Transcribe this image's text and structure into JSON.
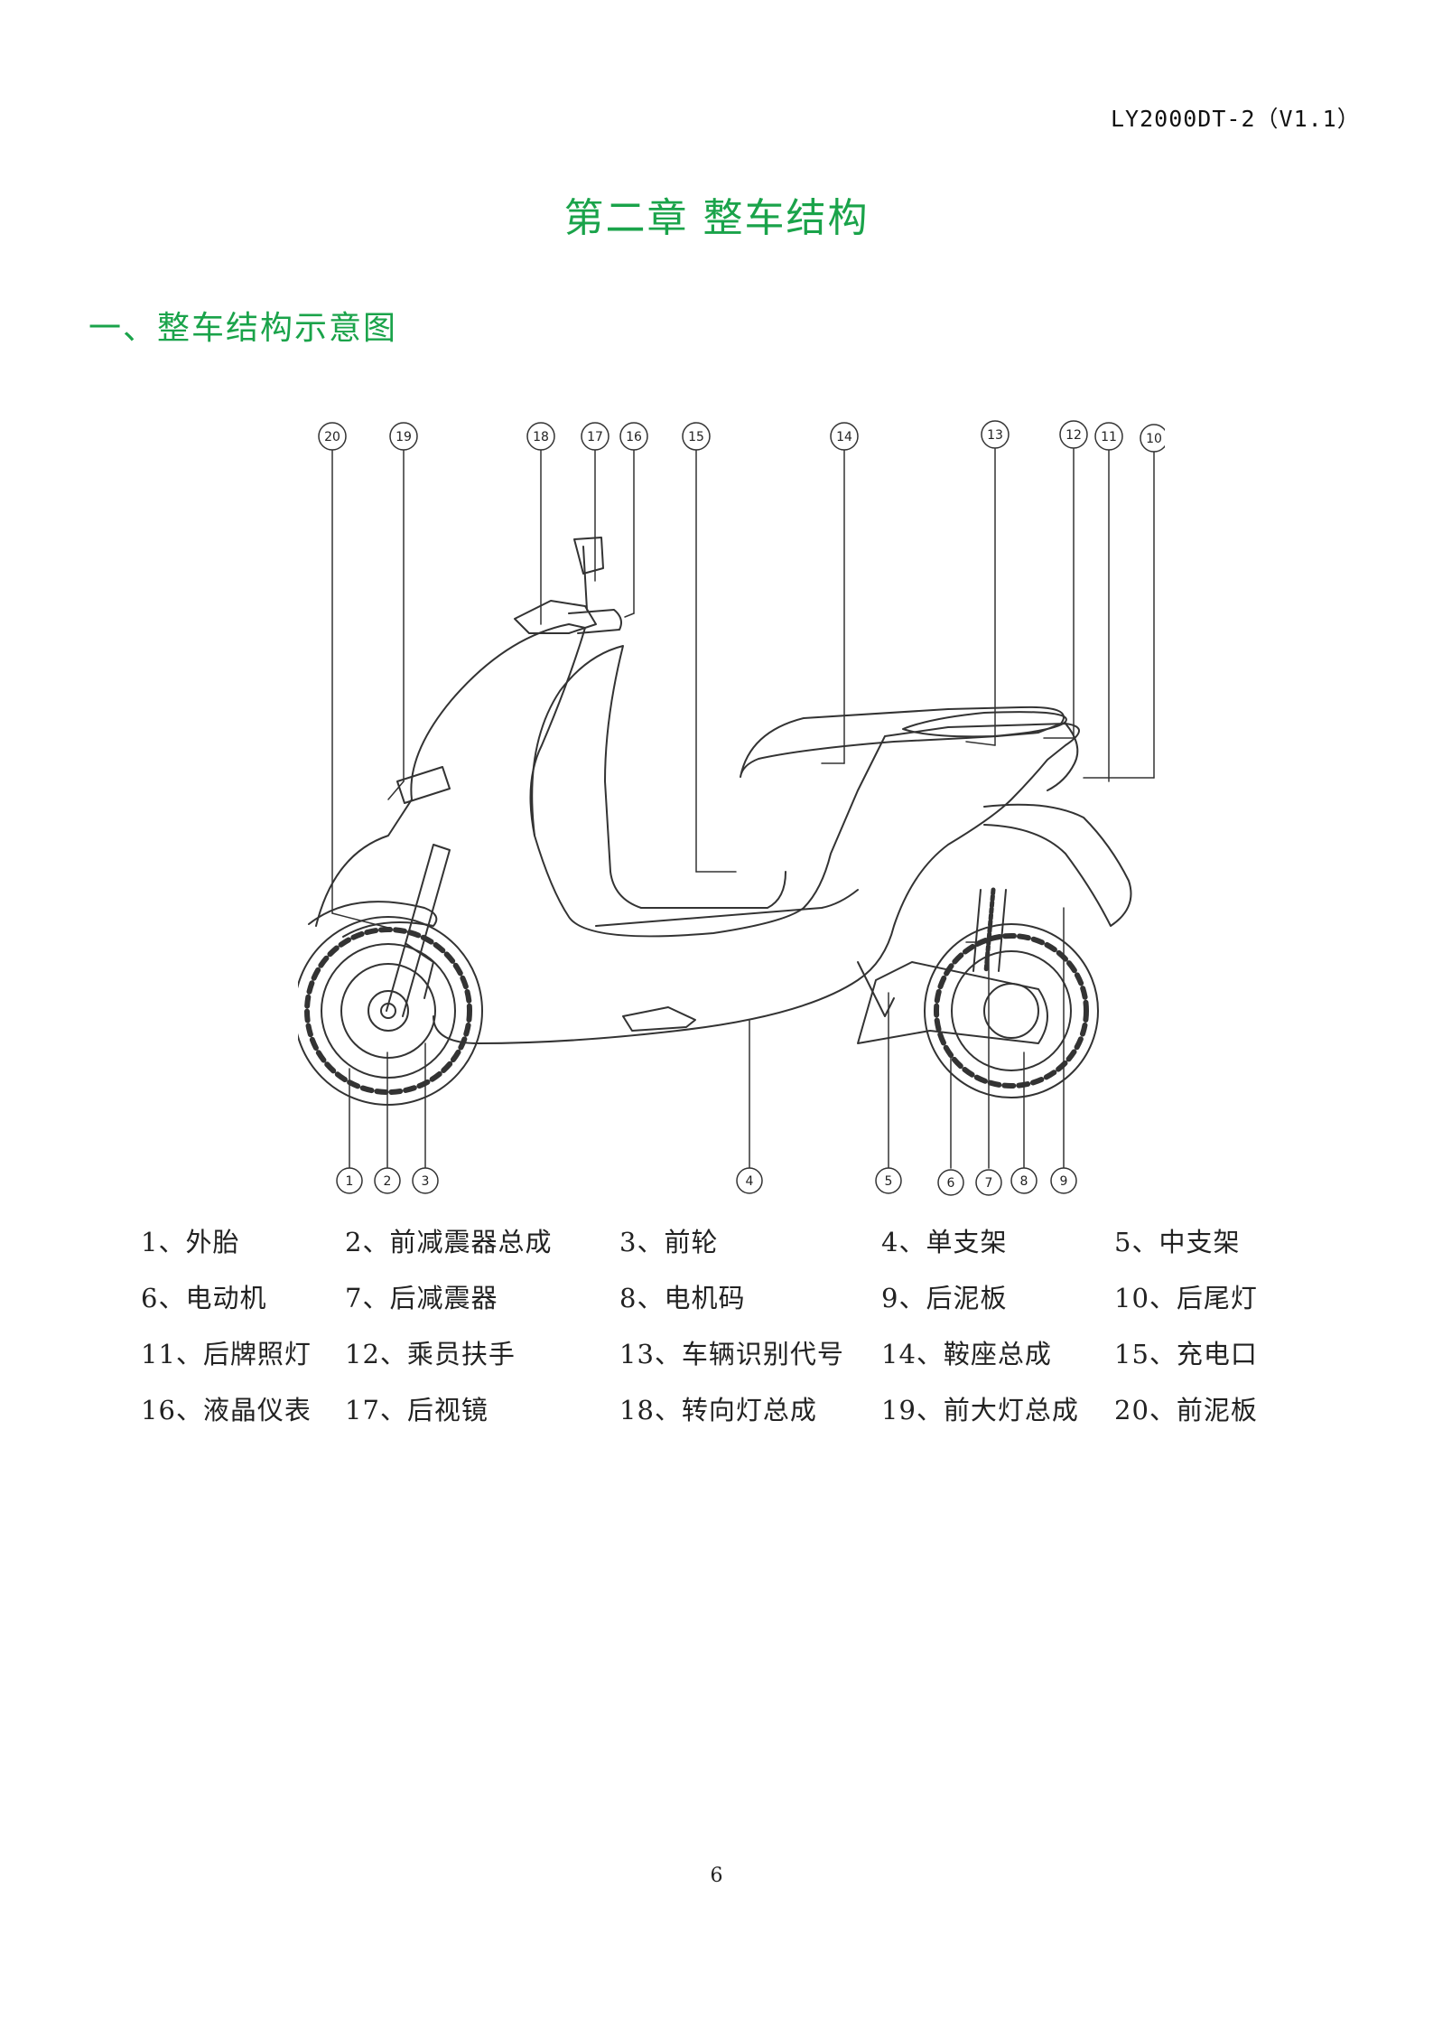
{
  "header": {
    "doc_code": "LY2000DT-2（V1.1）"
  },
  "chapter_title": "第二章  整车结构",
  "section_title": "一、整车结构示意图",
  "callouts": [
    "1",
    "2",
    "3",
    "4",
    "5",
    "6",
    "7",
    "8",
    "9",
    "10",
    "11",
    "12",
    "13",
    "14",
    "15",
    "16",
    "17",
    "18",
    "19",
    "20"
  ],
  "parts": [
    [
      "1、外胎",
      "2、前减震器总成",
      "3、前轮",
      "4、单支架",
      "5、中支架"
    ],
    [
      "6、电动机",
      "7、后减震器",
      "8、电机码",
      "9、后泥板",
      "10、后尾灯"
    ],
    [
      "11、后牌照灯",
      "12、乘员扶手",
      "13、车辆识别代号",
      "14、鞍座总成",
      "15、充电口"
    ],
    [
      "16、液晶仪表",
      "17、后视镜",
      "18、转向灯总成",
      "19、前大灯总成",
      "20、前泥板"
    ]
  ],
  "page_number": "6",
  "colors": {
    "heading": "#1aa34a",
    "text": "#222222",
    "line": "#333333"
  }
}
